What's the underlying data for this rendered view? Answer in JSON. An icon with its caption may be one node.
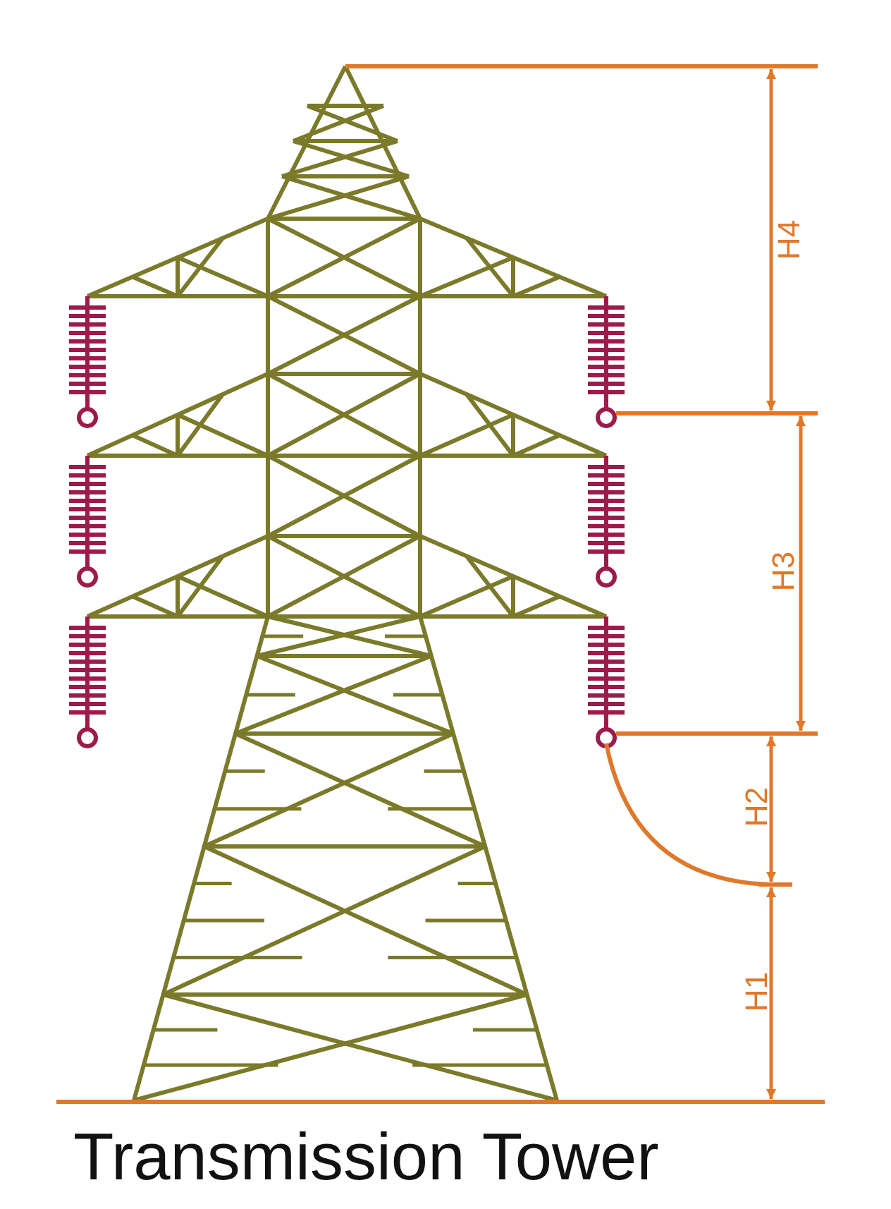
{
  "diagram": {
    "title": "Transmission Tower",
    "labels": [
      "H4",
      "H3",
      "H2",
      "H1"
    ]
  }
}
